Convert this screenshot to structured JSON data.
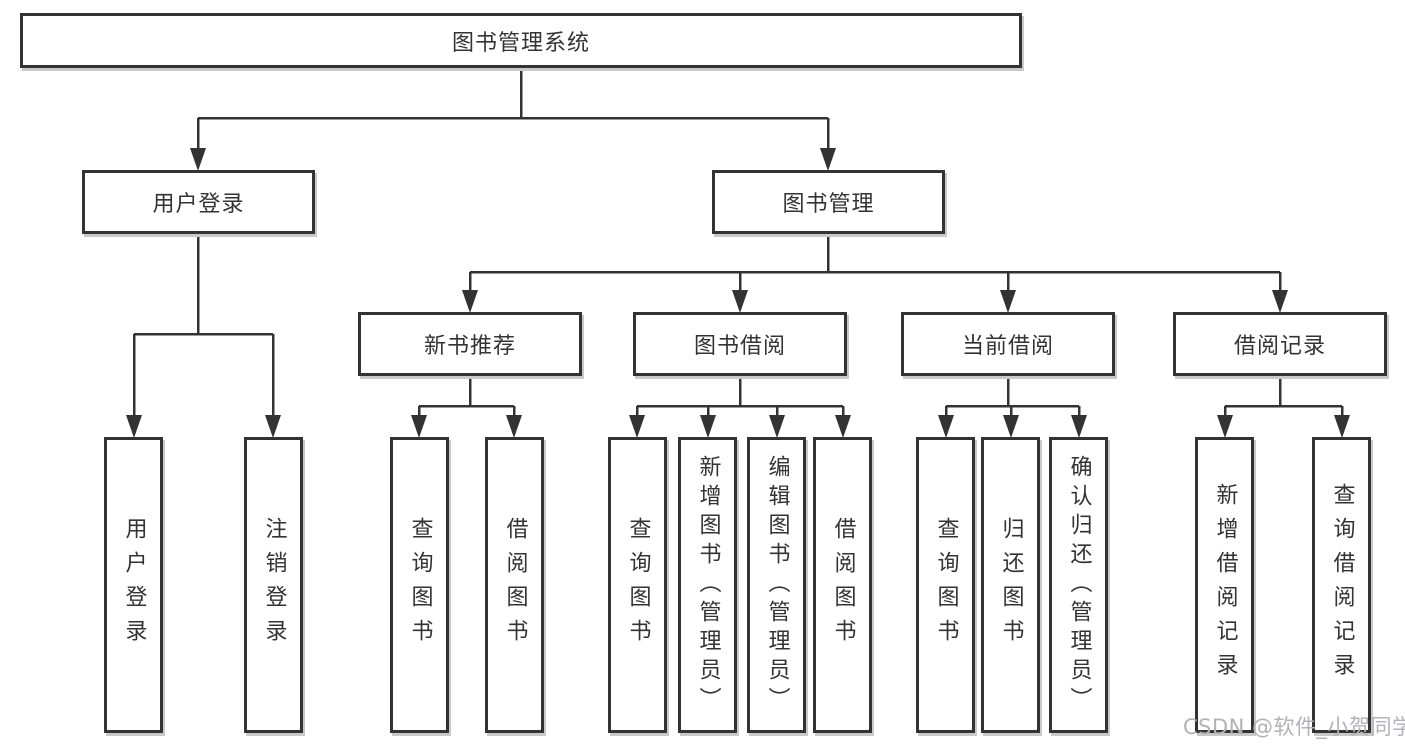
{
  "colors": {
    "ink": "#333333",
    "shadow": "#c9c9c9",
    "watermark": "#b2b2b8",
    "bg": "#ffffff"
  },
  "tree": {
    "root": "图书管理系统",
    "branches": [
      {
        "label": "用户登录",
        "children": [
          "用户登录",
          "注销登录"
        ]
      },
      {
        "label": "图书管理",
        "sections": [
          {
            "label": "新书推荐",
            "children": [
              "查询图书",
              "借阅图书"
            ]
          },
          {
            "label": "图书借阅",
            "children": [
              "查询图书",
              "新增图书（管理员）",
              "编辑图书（管理员）",
              "借阅图书"
            ]
          },
          {
            "label": "当前借阅",
            "children": [
              "查询图书",
              "归还图书",
              "确认归还（管理员）"
            ]
          },
          {
            "label": "借阅记录",
            "children": [
              "新增借阅记录",
              "查询借阅记录"
            ]
          }
        ]
      }
    ]
  },
  "watermark": {
    "text": "CSDN @软件_小贺同学"
  }
}
